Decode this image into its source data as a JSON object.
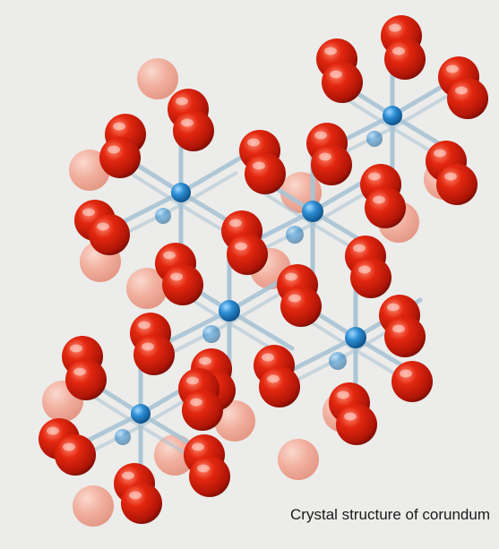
{
  "caption": "Crystal structure of corundum",
  "colors": {
    "background": "#ececea",
    "oxygen_atom": "#d21f0c",
    "aluminum_atom": "#1f7fbf",
    "bond": "#a9c4d4"
  },
  "atoms": {
    "oxygen": "oxygen-atom",
    "aluminum": "aluminum-atom"
  }
}
